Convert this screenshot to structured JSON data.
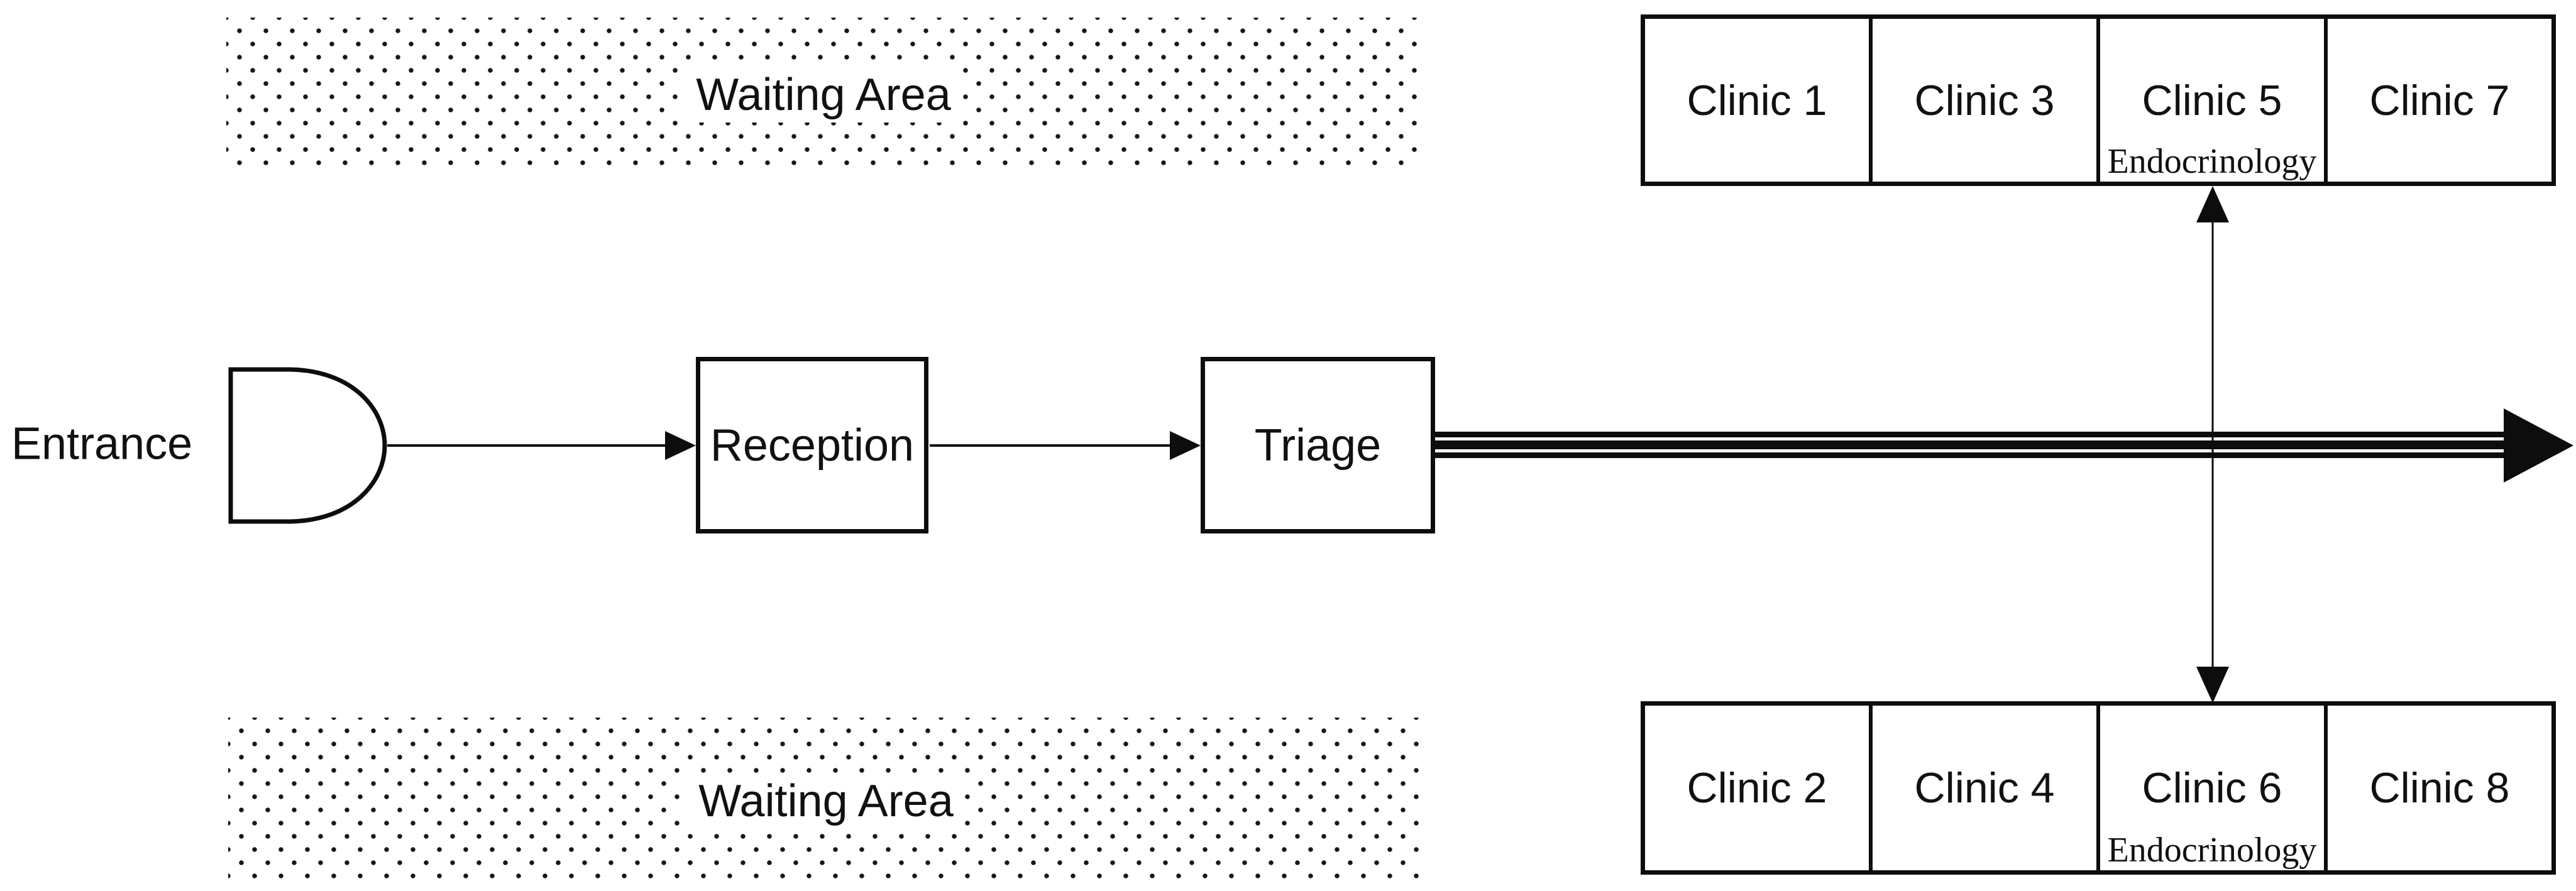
{
  "labels": {
    "entrance": "Entrance",
    "reception": "Reception",
    "triage": "Triage"
  },
  "waiting_areas": {
    "top": "Waiting Area",
    "bottom": "Waiting Area"
  },
  "clinics": {
    "top": [
      {
        "name": "Clinic 1",
        "specialty": ""
      },
      {
        "name": "Clinic 3",
        "specialty": ""
      },
      {
        "name": "Clinic 5",
        "specialty": "Endocrinology"
      },
      {
        "name": "Clinic 7",
        "specialty": ""
      }
    ],
    "bottom": [
      {
        "name": "Clinic 2",
        "specialty": ""
      },
      {
        "name": "Clinic 4",
        "specialty": ""
      },
      {
        "name": "Clinic 6",
        "specialty": "Endocrinology"
      },
      {
        "name": "Clinic 8",
        "specialty": ""
      }
    ]
  },
  "icons": {
    "entrance_shape": "half-ellipse-entrance-door",
    "flow_arrows": "thin-right-arrow",
    "main_flow_arrow": "striped-thick-right-arrow",
    "clinic_connector": "double-headed-vertical-arrow"
  },
  "colors": {
    "line": "#0d0d0d",
    "background": "#ffffff",
    "dots": "#161616"
  }
}
